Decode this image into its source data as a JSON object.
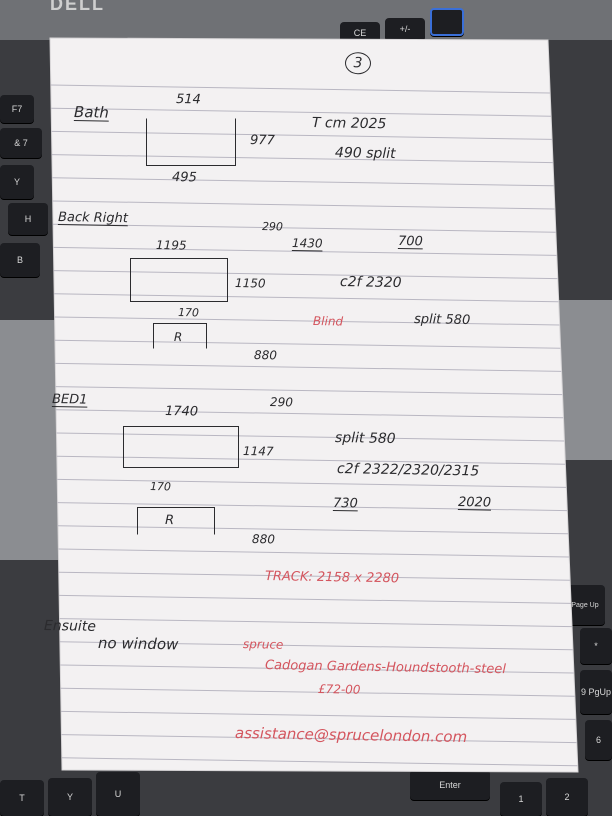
{
  "background": {
    "brand": "DELL",
    "keys": [
      "F7",
      "&\n7",
      "Y",
      "H",
      "B",
      "CE",
      "+/-",
      "T",
      "Y",
      "U",
      "Enter",
      "1",
      "2",
      "9\nPgUp",
      "6",
      "Page Up",
      "*"
    ]
  },
  "note": {
    "page_number": "3",
    "bath": {
      "heading": "Bath",
      "top": "514",
      "side": "977",
      "bottom": "495",
      "line1": "T cm 2025",
      "line2": "490 split"
    },
    "back_right": {
      "heading": "Back Right",
      "corner": "290",
      "top": "1195",
      "side": "1150",
      "sub": "170",
      "radiator": "R",
      "drop": "880",
      "col1": "1430",
      "col2": "700",
      "c2f": "c2f 2320",
      "blind": "Blind",
      "split": "split 580"
    },
    "bed1": {
      "heading": "BED1",
      "corner": "290",
      "top": "1740",
      "side": "1147",
      "sub": "170",
      "radiator": "R",
      "drop": "880",
      "split": "split 580",
      "c2f": "c2f 2322/2320/2315",
      "col1": "730",
      "col2": "2020",
      "track": "TRACK: 2158 x 2280"
    },
    "ensuite": {
      "heading": "Ensuite",
      "note": "no window",
      "brand": "spruce",
      "product": "Cadogan Gardens-Houndstooth-steel",
      "price": "£72-00",
      "email": "assistance@sprucelondon.com"
    }
  }
}
